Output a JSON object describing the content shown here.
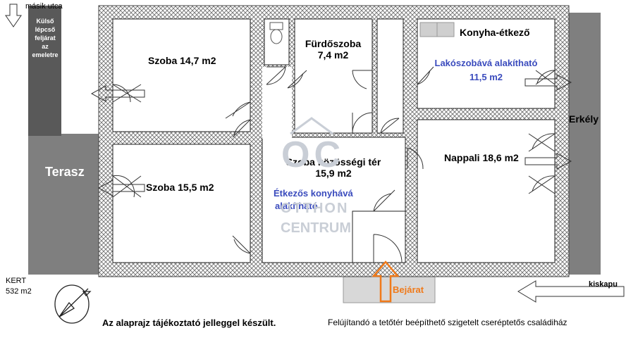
{
  "street": {
    "label": "másik utca"
  },
  "exterior": {
    "stair_label_lines": [
      "Külső",
      "lépcső",
      "feljárat",
      "az",
      "emeletre"
    ],
    "terrace_label": "Terasz",
    "balcony_label": "Erkély",
    "garden_label": "KERT",
    "garden_area": "532 m2",
    "entrance_label": "Bejárat",
    "gate_label": "kiskapu"
  },
  "rooms": [
    {
      "name": "Szoba 14,7 m2"
    },
    {
      "name": "Szoba 15,5 m2"
    },
    {
      "name": "Fürdőszoba",
      "area": "7,4 m2"
    },
    {
      "name": "Szoba közösségi tér",
      "area": "15,9 m2",
      "note_line1": "Étkezős konyhává",
      "note_line2": "alakítható"
    },
    {
      "name": "Konyha-étkező",
      "note_line1": "Lakószobává alakítható",
      "note_line2": "11,5 m2"
    },
    {
      "name": "Nappali 18,6 m2"
    }
  ],
  "watermark": {
    "logo": "OC",
    "line1": "OTTHON",
    "line2": "CENTRUM"
  },
  "notes": {
    "disclaimer": "Az alaprajz tájékoztató jelleggel készült.",
    "description": "Felújítandó a tetőtér beépíthető szigetelt cseréptetős családiház"
  },
  "colors": {
    "wall_hatch": "#808080",
    "exterior_fill": "#7f7f7f",
    "stair_fill": "#595959",
    "entrance_arrow": "#f07a1a",
    "note_blue": "#3a4bbd"
  }
}
